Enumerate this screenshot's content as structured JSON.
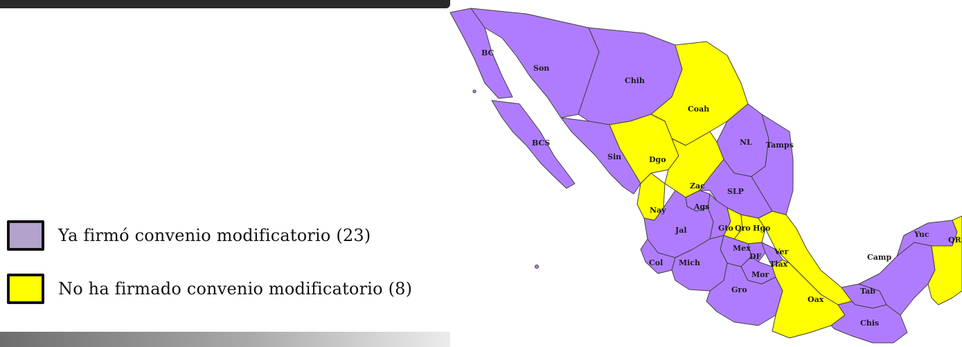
{
  "colors": {
    "signed": "#b07cff",
    "not_signed": "#ffff00",
    "border": "#3f3f3f"
  },
  "legend": {
    "signed_label": "Ya firmó convenio modificatorio (23)",
    "not_signed_label": "No ha firmado convenio modificatorio (8)"
  },
  "map": {
    "states": [
      {
        "label": "BC",
        "status": "signed"
      },
      {
        "label": "Son",
        "status": "signed"
      },
      {
        "label": "Chih",
        "status": "signed"
      },
      {
        "label": "Coah",
        "status": "not_signed"
      },
      {
        "label": "BCS",
        "status": "signed"
      },
      {
        "label": "NL",
        "status": "signed"
      },
      {
        "label": "Tamps",
        "status": "signed"
      },
      {
        "label": "Sin",
        "status": "signed"
      },
      {
        "label": "Dgo",
        "status": "not_signed"
      },
      {
        "label": "Zac",
        "status": "not_signed"
      },
      {
        "label": "SLP",
        "status": "signed"
      },
      {
        "label": "Nay",
        "status": "not_signed"
      },
      {
        "label": "Ags",
        "status": "signed"
      },
      {
        "label": "Jal",
        "status": "signed"
      },
      {
        "label": "Gto",
        "status": "signed"
      },
      {
        "label": "Qro",
        "status": "not_signed"
      },
      {
        "label": "Hgo",
        "status": "not_signed"
      },
      {
        "label": "Mex",
        "status": "signed"
      },
      {
        "label": "DF",
        "status": "signed"
      },
      {
        "label": "Ver",
        "status": "not_signed"
      },
      {
        "label": "Tlax",
        "status": "signed"
      },
      {
        "label": "Mor",
        "status": "signed"
      },
      {
        "label": "Col",
        "status": "signed"
      },
      {
        "label": "Mich",
        "status": "signed"
      },
      {
        "label": "Gro",
        "status": "signed"
      },
      {
        "label": "Oax",
        "status": "not_signed"
      },
      {
        "label": "Tab",
        "status": "signed"
      },
      {
        "label": "Chis",
        "status": "signed"
      },
      {
        "label": "Camp",
        "status": "signed"
      },
      {
        "label": "Yuc",
        "status": "signed"
      },
      {
        "label": "QR",
        "status": "not_signed"
      }
    ]
  }
}
